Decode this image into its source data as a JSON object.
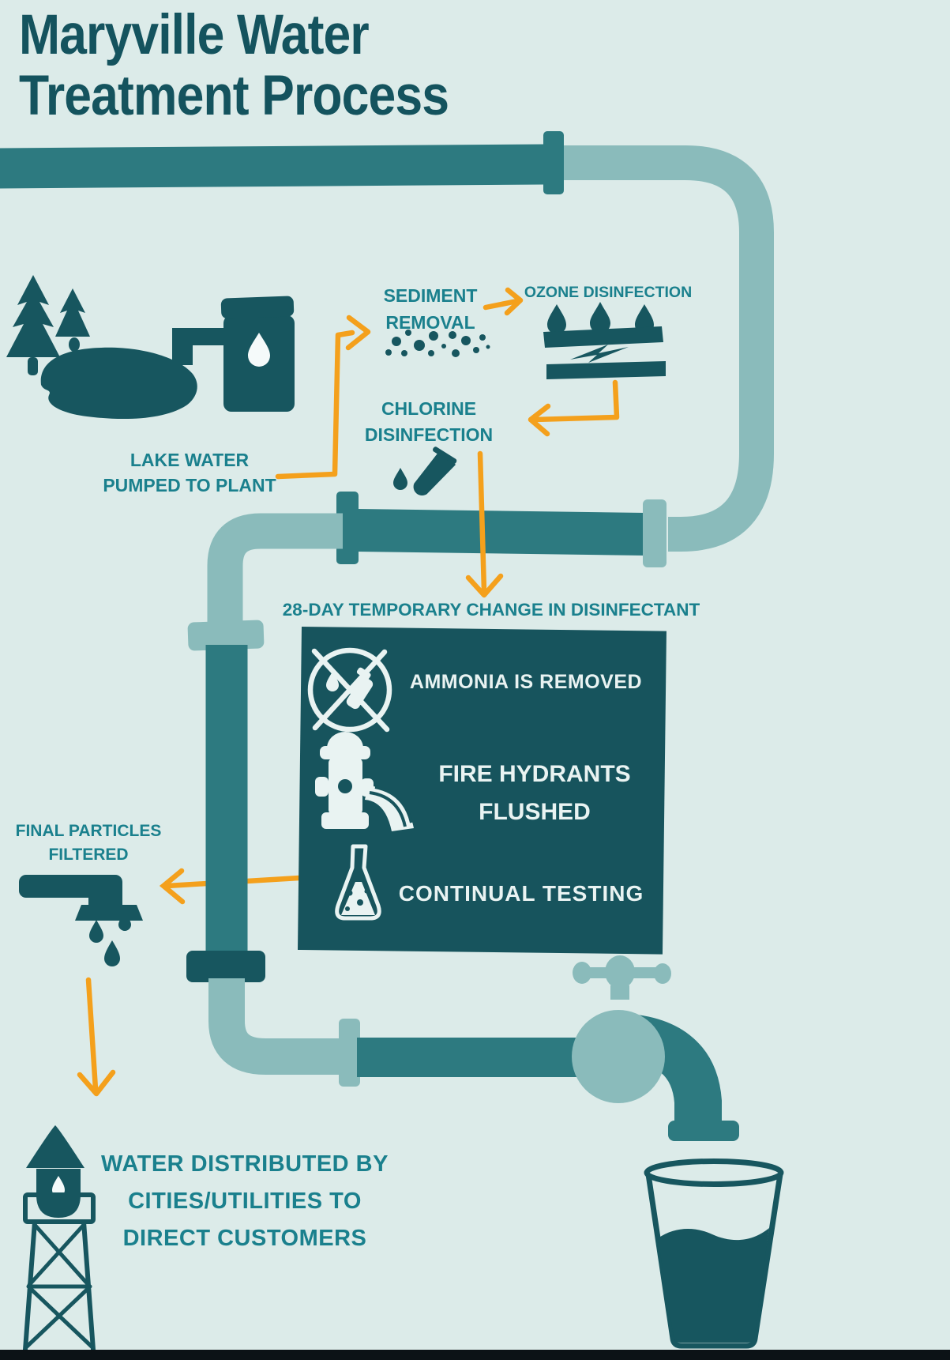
{
  "title": {
    "line1": "Maryville Water",
    "line2": "Treatment Process"
  },
  "stages": {
    "lake": {
      "line1": "LAKE WATER",
      "line2": "PUMPED TO PLANT"
    },
    "sediment": {
      "line1": "SEDIMENT",
      "line2": "REMOVAL"
    },
    "ozone": {
      "label": "OZONE DISINFECTION"
    },
    "chlorine": {
      "line1": "CHLORINE",
      "line2": "DISINFECTION"
    },
    "banner": {
      "label": "28-DAY TEMPORARY CHANGE IN DISINFECTANT"
    },
    "box_items": [
      {
        "icon": "no-ammonia-icon",
        "label": "AMMONIA IS REMOVED"
      },
      {
        "icon": "fire-hydrant-icon",
        "line1": "FIRE HYDRANTS",
        "line2": "FLUSHED"
      },
      {
        "icon": "flask-icon",
        "label": "CONTINUAL TESTING"
      }
    ],
    "filter": {
      "line1": "FINAL PARTICLES",
      "line2": "FILTERED"
    },
    "distribution": {
      "line1": "WATER DISTRIBUTED BY",
      "line2": "CITIES/UTILITIES TO",
      "line3": "DIRECT CUSTOMERS"
    }
  },
  "icons": [
    "pine-trees-icon",
    "lake-icon",
    "pump-station-icon",
    "sediment-particles-icon",
    "ozone-cell-icon",
    "test-tube-icon",
    "no-ammonia-icon",
    "fire-hydrant-icon",
    "flask-icon",
    "filter-tap-icon",
    "faucet-icon",
    "water-glass-icon",
    "water-tower-icon"
  ],
  "colors": {
    "background": "#dcebe9",
    "ink_dark_teal": "#17565f",
    "pipe_dark": "#2d7a80",
    "pipe_light": "#8abbbb",
    "label_teal": "#1a808d",
    "arrow_orange": "#f4a01c",
    "box_background": "#17545d",
    "box_text": "#e9f3f2",
    "bottom_bar": "#0c1216"
  }
}
